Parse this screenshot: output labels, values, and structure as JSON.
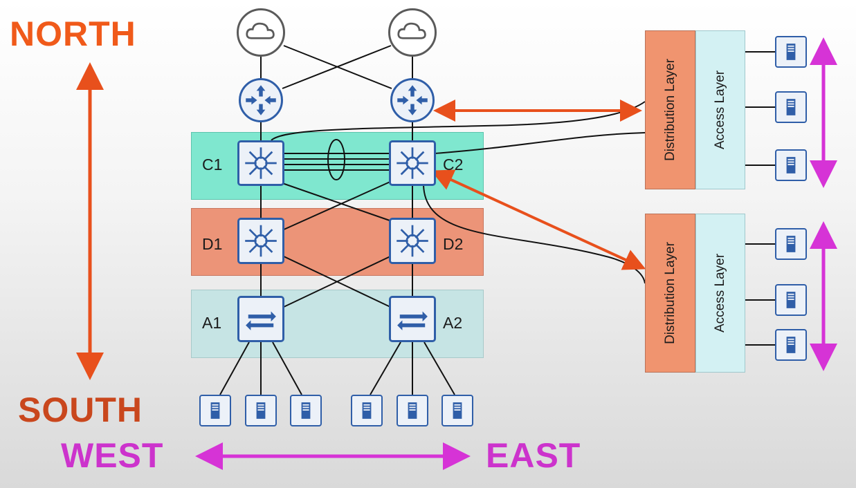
{
  "compass": {
    "north": "NORTH",
    "south": "SOUTH",
    "west": "WEST",
    "east": "EAST"
  },
  "devices": {
    "c1": "C1",
    "c2": "C2",
    "d1": "D1",
    "d2": "D2",
    "a1": "A1",
    "a2": "A2"
  },
  "pods": [
    {
      "distribution": "Distribution Layer",
      "access": "Access Layer"
    },
    {
      "distribution": "Distribution Layer",
      "access": "Access Layer"
    }
  ],
  "colors": {
    "north_south_arrow": "#e8501c",
    "east_west_arrow": "#d633d6",
    "core_band": "#7fe7cf",
    "distribution_band": "#ec9478",
    "access_band": "#c6e4e4",
    "device_blue": "#2f5ea8"
  },
  "icons": [
    "cloud-icon",
    "router-icon",
    "multilayer-switch-icon",
    "switch-icon",
    "server-icon"
  ]
}
